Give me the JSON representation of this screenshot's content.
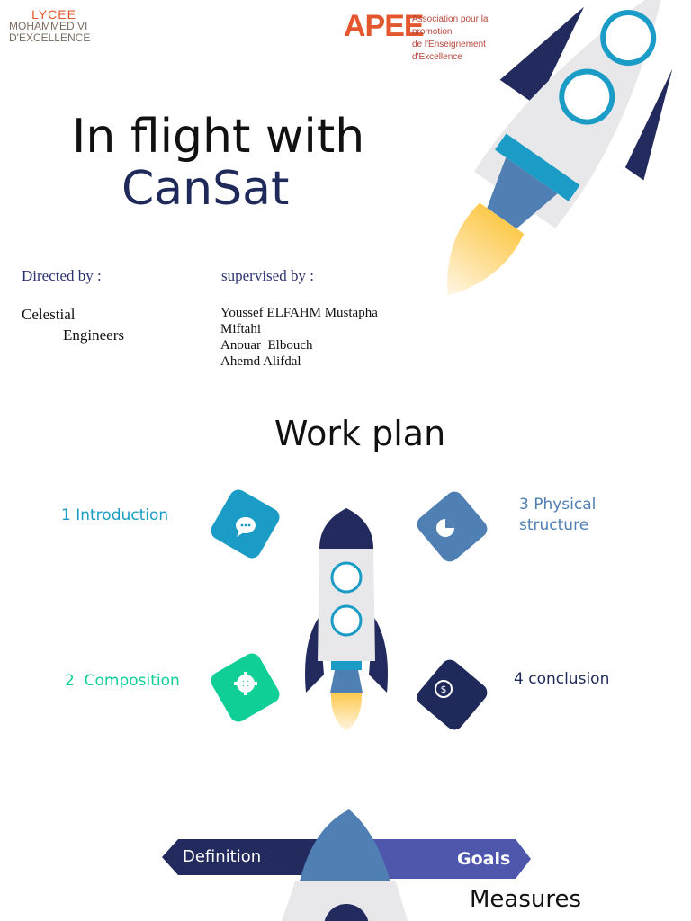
{
  "logos": {
    "lycee": [
      "LYCEE",
      "MOHAMMED VI",
      "D'EXCELLENCE"
    ],
    "apee_big": "APEE",
    "apee_sub": [
      "Association pour la promotion",
      "de l'Enseignement d'Excellence"
    ]
  },
  "title": {
    "line1": "In flight with",
    "line2": "CanSat"
  },
  "credits": {
    "directed_label": "Directed by :",
    "team_line1": "Celestial",
    "team_line2": "Engineers",
    "supervised_label": "supervised by :",
    "supervisors": [
      "Youssef ELFAHM Mustapha",
      "Miftahi",
      "Anouar  Elbouch",
      "Ahemd Alifdal"
    ]
  },
  "work_plan": {
    "heading": "Work plan",
    "items": [
      {
        "label": "1 Introduction",
        "color": "#1b9cc6",
        "icon": "chat-icon"
      },
      {
        "label": "2  Composition",
        "color": "#0fcf97",
        "icon": "gear-icon"
      },
      {
        "label": "3 Physical structure",
        "color": "#4f7fb3",
        "icon": "pie-chart-icon"
      },
      {
        "label": "4 conclusion",
        "color": "#1f2a5a",
        "icon": "dollar-icon"
      }
    ]
  },
  "bottom": {
    "left_pill": "Definition",
    "right_pill": "Goals",
    "measures_line": "Measures"
  },
  "colors": {
    "navy": "#232b5e",
    "teal": "#1b9cc6",
    "steel": "#4f7fb3",
    "green": "#0fcf97",
    "flame": "#fcc94b",
    "hull": "#e8e8ea"
  }
}
